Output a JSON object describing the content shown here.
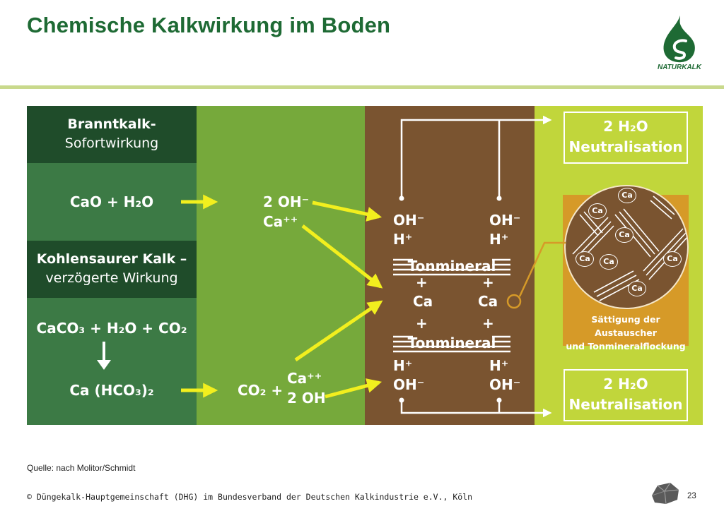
{
  "title": "Chemische Kalkwirkung im Boden",
  "logo_text": "NATURKALK",
  "left": {
    "branntkalk_title": "Branntkalk-",
    "branntkalk_sub": "Sofortwirkung",
    "cao_formula": "CaO + H₂O",
    "kohlensaurer_title": "Kohlensaurer Kalk –",
    "kohlensaurer_sub": "verzögerte Wirkung",
    "caco3_formula": "CaCO₃ + H₂O + CO₂",
    "cahco3_formula": "Ca (HCO₃)₂"
  },
  "middle": {
    "oh_top": "2 OH⁻",
    "ca_top": "Ca⁺⁺",
    "co2_plus": "CO₂ +",
    "ca_bottom": "Ca⁺⁺",
    "oh_bottom": "2 OH⁻"
  },
  "clay": {
    "oh_left": "OH⁻",
    "h_left": "H⁺",
    "oh_right": "OH⁻",
    "h_right": "H⁺",
    "tonmineral_top": "Tonmineral",
    "plus_left_top": "+",
    "plus_right_top": "+",
    "ca_left": "Ca",
    "ca_right": "Ca",
    "plus_left_bottom": "+",
    "plus_right_bottom": "+",
    "tonmineral_bottom": "Tonmineral",
    "h_left_bottom": "H⁺",
    "oh_left_bottom": "OH⁻",
    "h_right_bottom": "H⁺",
    "oh_right_bottom": "OH⁻"
  },
  "right": {
    "neutral_top_line1": "2 H₂O",
    "neutral_top_line2": "Neutralisation",
    "neutral_bottom_line1": "2 H₂O",
    "neutral_bottom_line2": "Neutralisation",
    "saturation_line1": "Sättigung der Austauscher",
    "saturation_line2": "und Tonmineralflockung",
    "ca_labels": [
      "Ca",
      "Ca",
      "Ca",
      "Ca",
      "Ca",
      "Ca",
      "Ca"
    ]
  },
  "source": "Quelle: nach Molitor/Schmidt",
  "footer": "© Düngekalk-Hauptgemeinschaft (DHG) im Bundesverband der Deutschen Kalkindustrie e.V., Köln",
  "page_number": "23",
  "colors": {
    "title_green": "#1e6a34",
    "dark_green": "#1f4c2a",
    "mid_green": "#3c7a45",
    "light_green": "#76a93b",
    "brown": "#7a5430",
    "lime": "#c1d63b",
    "arrow_yellow": "#f2ef1e",
    "orange": "#d69a28"
  }
}
